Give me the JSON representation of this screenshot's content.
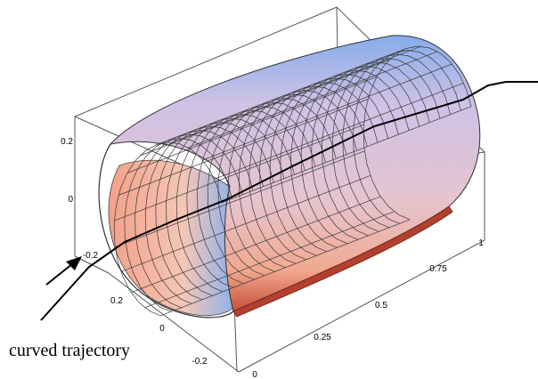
{
  "figure": {
    "annotation": "curved trajectory"
  },
  "vertical_axis": {
    "ticks": [
      "0.2",
      "0",
      "-0.2"
    ]
  },
  "depth_axis": {
    "ticks": [
      "0.2",
      "0",
      "-0.2"
    ]
  },
  "length_axis": {
    "ticks": [
      "0",
      "0.25",
      "0.5",
      "0.75",
      "1"
    ]
  },
  "colors": {
    "surface_top": "#7fa9e6",
    "surface_light": "#d9c6e2",
    "surface_inner": "#f2a088",
    "surface_shadow": "#c8503a",
    "mesh_lines": "#3a3a3a",
    "box_lines": "#555555",
    "trajectory": "#000000"
  }
}
